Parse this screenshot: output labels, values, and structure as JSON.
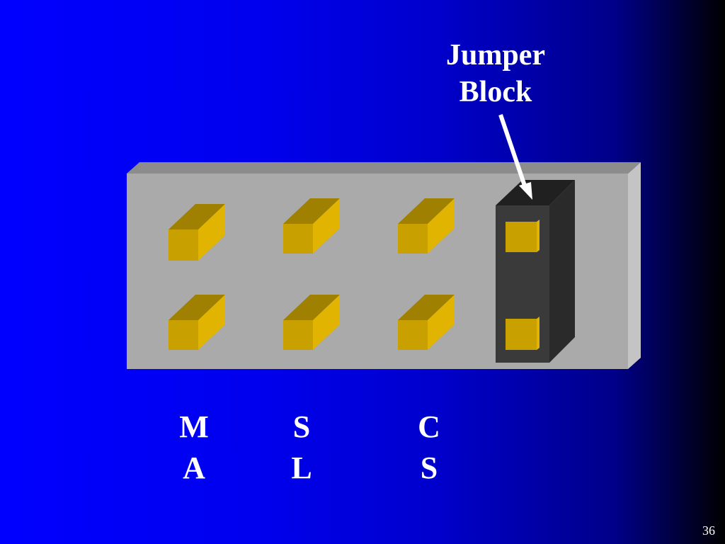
{
  "callout": {
    "line1": "Jumper",
    "line2": "Block"
  },
  "labels": [
    {
      "top": "M",
      "bottom": "A"
    },
    {
      "top": "S",
      "bottom": "L"
    },
    {
      "top": "C",
      "bottom": "S"
    }
  ],
  "slide_number": "36",
  "colors": {
    "background_left": "#0000ff",
    "background_right": "#000000",
    "board_face": "#aaaaaa",
    "board_top": "#8c8c8c",
    "board_side": "#c4c4c4",
    "pin_face": "#c8a000",
    "pin_top": "#a08000",
    "pin_side": "#e0b400",
    "jumper_face": "#3a3a3a",
    "jumper_top": "#202020",
    "jumper_side": "#2a2a2a",
    "arrow": "#ffffff"
  }
}
